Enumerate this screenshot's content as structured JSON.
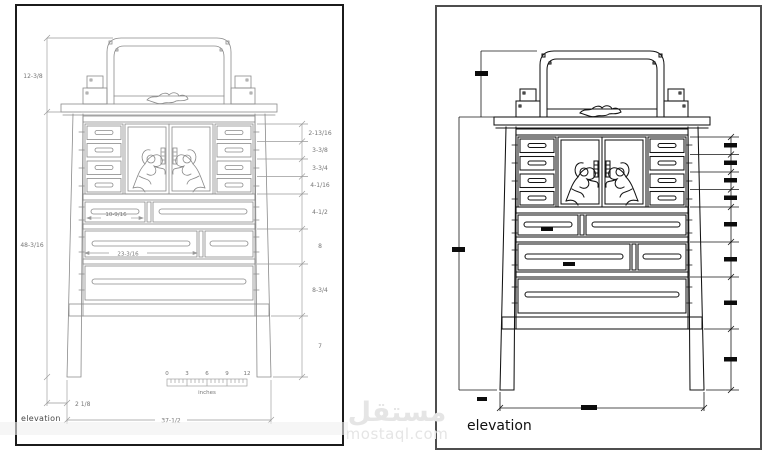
{
  "left_panel": {
    "label": "elevation",
    "dims_left": [
      "12-3/8",
      "48-3/16"
    ],
    "dims_right": [
      "2-13/16",
      "3-3/8",
      "3-3/4",
      "4-1/16",
      "4-1/2",
      "8",
      "8-3/4",
      "7"
    ],
    "dims_bottom": [
      "2 1/8",
      "37-1/2"
    ],
    "dims_inner": [
      "10-9/16",
      "23-3/16"
    ],
    "scale": {
      "ticks": [
        "0",
        "3",
        "6",
        "9",
        "12"
      ],
      "unit": "inches"
    }
  },
  "right_panel": {
    "label": "elevation"
  },
  "watermark": {
    "arabic": "مستقل",
    "latin": "mostaql.com"
  },
  "colors": {
    "left_drawing_line": "#8a8a8a",
    "right_drawing_line": "#141414",
    "dim_text": "#767676",
    "left_border": "#1b1b1b",
    "right_border": "#4e4e4e",
    "watermark": "#e5e5e5"
  }
}
